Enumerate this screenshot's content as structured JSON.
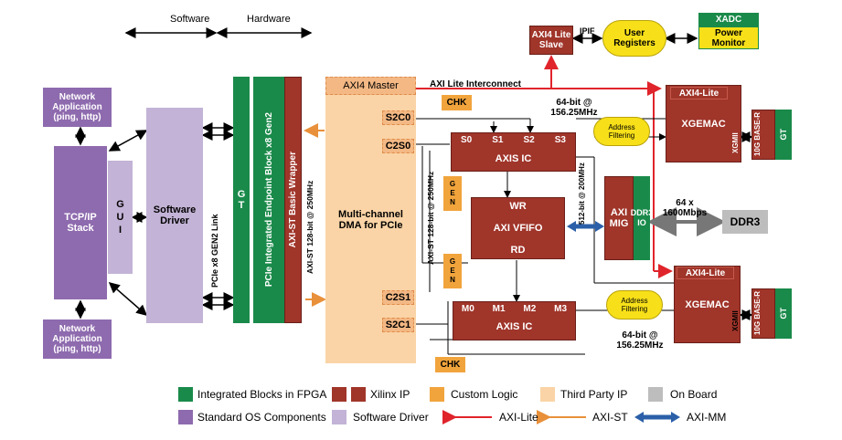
{
  "top": {
    "software": "Software",
    "hardware": "Hardware"
  },
  "blocks": {
    "net_app_top": "Network Application (ping, http)",
    "net_app_bottom": "Network Application (ping, http)",
    "tcpip": "TCP/IP Stack",
    "gui": "G U I",
    "sw_driver": "Software Driver",
    "pcie_link": "PCIe x8 GEN2 Link",
    "gt_left": "G T",
    "pcie_ep": "PCIe Integrated Endpoint Block x8 Gen2",
    "axist_wrapper": "AXI-ST Basic Wrapper",
    "axist_128_left": "AXI-ST 128-bit @ 250MHz",
    "axi4_master": "AXI4 Master",
    "dma": "Multi-channel DMA for PCIe",
    "s2c0": "S2C0",
    "c2s0": "C2S0",
    "c2s1": "C2S1",
    "s2c1": "S2C1",
    "axi_lite_interconnect": "AXI Lite Interconnect",
    "axi4_lite_slave": "AXI4 Lite Slave",
    "ipif": "IPIF",
    "user_registers": "User Registers",
    "xadc": "XADC",
    "power_monitor": "Power Monitor",
    "chk_top": "CHK",
    "chk_bottom": "CHK",
    "gen_top": "G E N",
    "gen_bottom": "G E N",
    "axist_128_mid": "AXI-ST 128-bit @ 250MHz",
    "axis_ic_top": "AXIS IC",
    "s_ports": [
      "S0",
      "S1",
      "S2",
      "S3"
    ],
    "axis_ic_bottom": "AXIS IC",
    "m_ports": [
      "M0",
      "M1",
      "M2",
      "M3"
    ],
    "wr": "WR",
    "vfifo": "AXI VFIFO",
    "rd": "RD",
    "bit512": "512-bit @ 200MHz",
    "axi_mig": "AXI MIG",
    "ddr3_io": "DDR3 IO",
    "mem_speed": "64 x 1600Mbps",
    "ddr3": "DDR3",
    "speed_top": "64-bit @ 156.25MHz",
    "speed_bottom": "64-bit @ 156.25MHz",
    "addr_filter_top": "Address Filtering",
    "addr_filter_bottom": "Address Filtering",
    "axi4_lite_top": "AXI4-Lite",
    "xgemac_top": "XGEMAC",
    "xgmii_top": "XGMII",
    "base_r_top": "10G BASE-R",
    "gt_top": "GT",
    "axi4_lite_bottom": "AXI4-Lite",
    "xgemac_bottom": "XGEMAC",
    "xgmii_bottom": "XGMII",
    "base_r_bottom": "10G BASE-R",
    "gt_bottom": "GT"
  },
  "legend": {
    "integrated": "Integrated Blocks in FPGA",
    "xilinx_ip": "Xilinx IP",
    "custom_logic": "Custom Logic",
    "third_party": "Third Party IP",
    "on_board": "On Board",
    "std_os": "Standard OS Components",
    "sw_driver": "Software Driver",
    "axi_lite": "AXI-Lite",
    "axi_st": "AXI-ST",
    "axi_mm": "AXI-MM"
  },
  "colors": {
    "purple": "#8e6aae",
    "lavender": "#c3b3d6",
    "green": "#1a8a4a",
    "xilinx_red": "#a0352a",
    "orange": "#f1a43c",
    "peach": "#fad4a6",
    "gray": "#bdbdbd",
    "yellow": "#f7e019",
    "axi_lite_arrow": "#e0242b",
    "axi_st_arrow": "#e8903a",
    "axi_mm_arrow": "#2b5fa8"
  }
}
